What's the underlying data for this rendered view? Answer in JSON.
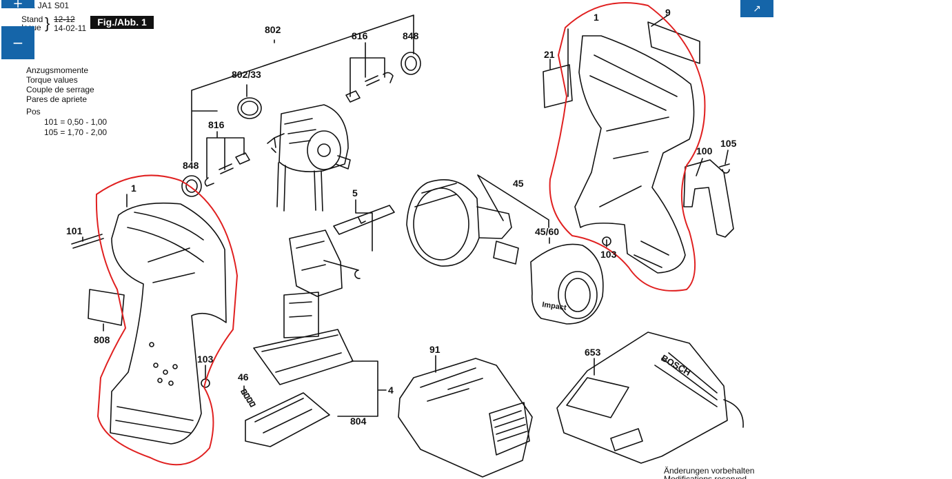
{
  "controls": {
    "zoom_in_symbol": "+",
    "zoom_out_symbol": "−",
    "expand_symbol": "↗"
  },
  "header": {
    "doc_code": "01 JA1 S01",
    "stand_label": "Stand",
    "stand_value": "12-12",
    "issue_label": "Issue",
    "issue_value": "14-02-11",
    "figure_label": "Fig./Abb. 1"
  },
  "torque": {
    "lines": [
      "Anzugsmomente",
      "Torque values",
      "Couple de serrage",
      "Pares de apriete"
    ],
    "pos_label": "Pos",
    "rows": [
      "101 =  0,50  -  1,00",
      "105 =  1,70  -  2,00"
    ]
  },
  "part_labels": {
    "p802": "802",
    "p816a": "816",
    "p848a": "848",
    "p80233": "802/33",
    "p816b": "816",
    "p848b": "848",
    "p1a": "1",
    "p101": "101",
    "p808": "808",
    "p103a": "103",
    "p5": "5",
    "p45": "45",
    "p4560": "45/60",
    "p1b": "1",
    "p9": "9",
    "p21": "21",
    "p100": "100",
    "p105": "105",
    "p103b": "103",
    "p46": "46",
    "p4": "4",
    "p804": "804",
    "p91": "91",
    "p653": "653"
  },
  "product_marks": {
    "impact_badge": "Impact",
    "charger_brand": "BOSCH"
  },
  "footer": {
    "line1": "Änderungen vorbehalten",
    "line2": "Modifications reserved"
  },
  "colors": {
    "accent_button": "#1565a9",
    "highlight_outline": "#e02020",
    "line_art": "#111111"
  }
}
